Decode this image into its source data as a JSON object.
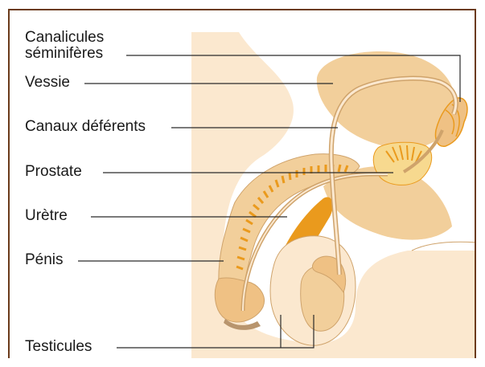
{
  "colors": {
    "frame": "#6b3b1b",
    "skin_light": "#fbe8cf",
    "organ_mid": "#f2cf9b",
    "organ_deep": "#efc184",
    "duct_orange": "#ea9a1d",
    "outline": "#cfa36b",
    "leader_line": "#2a2a2a"
  },
  "labels": {
    "canalicules_line1": "Canalicules",
    "canalicules_line2": "séminifères",
    "vessie": "Vessie",
    "canaux": "Canaux déférents",
    "prostate": "Prostate",
    "uretre": "Urètre",
    "penis": "Pénis",
    "testicules": "Testicules"
  }
}
